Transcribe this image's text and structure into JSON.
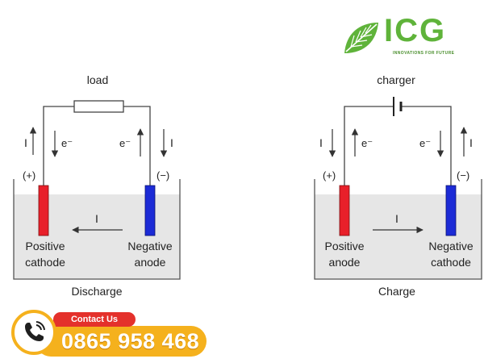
{
  "logo": {
    "text": "ICG",
    "tagline": "INNOVATIONS FOR FUTURE",
    "color": "#5fb33a"
  },
  "discharge": {
    "source_label": "load",
    "current_label": "I",
    "electron_label": "e⁻",
    "positive_sign": "(+)",
    "negative_sign": "(−)",
    "left_electrode": [
      "Positive",
      "cathode"
    ],
    "right_electrode": [
      "Negative",
      "anode"
    ],
    "caption": "Discharge"
  },
  "charge": {
    "source_label": "charger",
    "current_label": "I",
    "electron_label": "e⁻",
    "positive_sign": "(+)",
    "negative_sign": "(−)",
    "left_electrode": [
      "Positive",
      "anode"
    ],
    "right_electrode": [
      "Negative",
      "cathode"
    ],
    "caption": "Charge"
  },
  "colors": {
    "positive_electrode": "#e8202a",
    "negative_electrode": "#1c2bd6",
    "electrolyte": "#e6e6e6",
    "wire": "#444444"
  },
  "contact": {
    "title": "Contact Us",
    "phone": "0865 958 468"
  }
}
